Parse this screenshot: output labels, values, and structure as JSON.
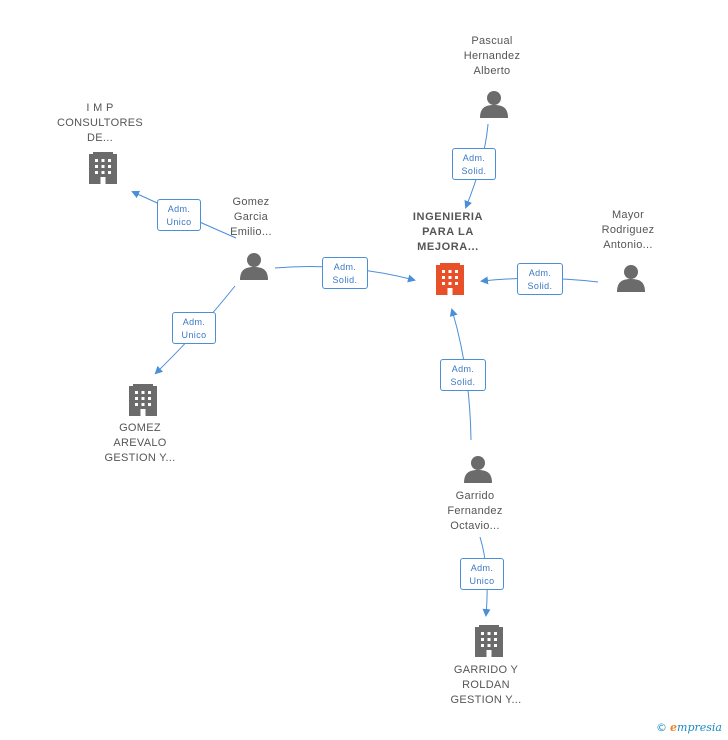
{
  "nodes": {
    "main": {
      "lines": [
        "INGENIERIA",
        "PARA LA",
        "MEJORA..."
      ],
      "kind": "company",
      "color": "#e8502a"
    },
    "pascual": {
      "lines": [
        "Pascual",
        "Hernandez",
        "Alberto"
      ],
      "kind": "person"
    },
    "imp": {
      "lines": [
        "I M P",
        "CONSULTORES",
        "DE..."
      ],
      "kind": "company"
    },
    "gomez": {
      "lines": [
        "Gomez",
        "Garcia",
        "Emilio..."
      ],
      "kind": "person"
    },
    "mayor": {
      "lines": [
        "Mayor",
        "Rodriguez",
        "Antonio..."
      ],
      "kind": "person"
    },
    "gomezarevalo": {
      "lines": [
        "GOMEZ",
        "AREVALO",
        "GESTION Y..."
      ],
      "kind": "company"
    },
    "garrido": {
      "lines": [
        "Garrido",
        "Fernandez",
        "Octavio..."
      ],
      "kind": "person"
    },
    "garridoroldan": {
      "lines": [
        "GARRIDO Y",
        "ROLDAN",
        "GESTION Y..."
      ],
      "kind": "company"
    }
  },
  "edges": {
    "pascual_main": [
      "Adm.",
      "Solid."
    ],
    "gomez_imp": [
      "Adm.",
      "Unico"
    ],
    "gomez_main": [
      "Adm.",
      "Solid."
    ],
    "mayor_main": [
      "Adm.",
      "Solid."
    ],
    "gomez_gomezarevalo": [
      "Adm.",
      "Unico"
    ],
    "garrido_main": [
      "Adm.",
      "Solid."
    ],
    "garrido_garridoroldan": [
      "Adm.",
      "Unico"
    ]
  },
  "colors": {
    "edge": "#4a8fd8",
    "icon": "#6b6b6b",
    "main_icon": "#e8502a"
  },
  "footer": {
    "copyright": "©",
    "brand_e": "e",
    "brand_rest": "mpresia"
  }
}
